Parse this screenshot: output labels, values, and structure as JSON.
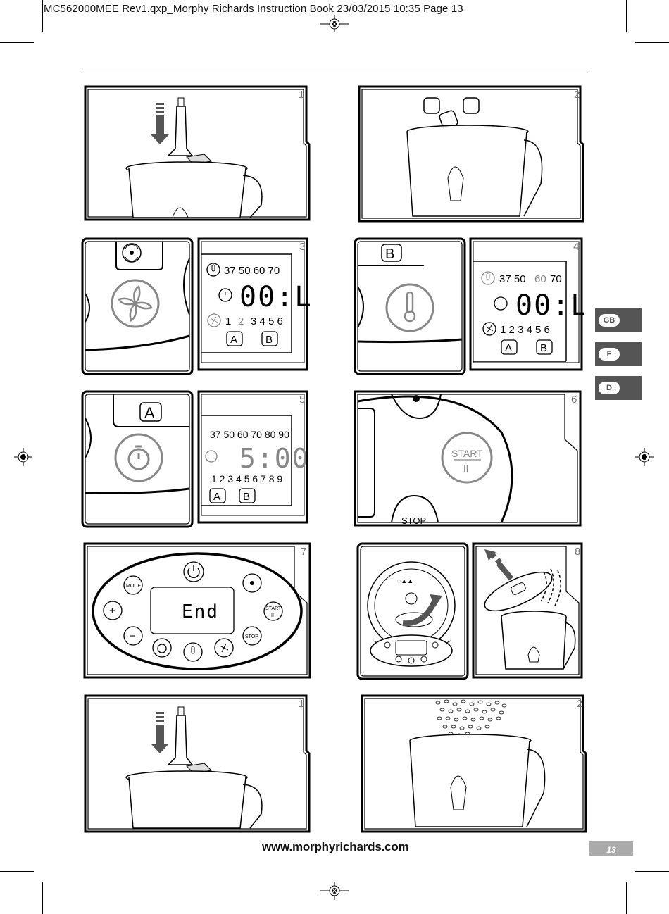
{
  "header": {
    "print_slug": "MC562000MEE Rev1.qxp_Morphy Richards Instruction Book  23/03/2015  10:35  Page 13"
  },
  "panels": {
    "p1_num": "1",
    "p2_num": "2",
    "p3_num": "3",
    "p4_num": "4",
    "p5_num": "5",
    "p6_num": "6",
    "p7_num": "7",
    "p8_num": "8",
    "p9_num": "1",
    "p10_num": "2"
  },
  "display3": {
    "temps": "37 50 60 70",
    "time": "00:L",
    "speeds_1": "1",
    "speeds_2": "2",
    "speeds_rest": "3 4 5 6",
    "btn_a": "A",
    "btn_b": "B"
  },
  "display4": {
    "temps_a": "37 50",
    "temps_b": "60",
    "temps_c": "70",
    "time": "00:L",
    "speeds": "1 2 3 4 5 6",
    "btn_a": "A",
    "btn_b": "B"
  },
  "control4": {
    "btn_b": "B"
  },
  "control5": {
    "btn_a": "A"
  },
  "display5": {
    "temps": "37 50 60 70 80 90",
    "time": "5:00",
    "speeds": "1 2 3 4 5 6 7 8 9",
    "btn_a": "A",
    "btn_b": "B"
  },
  "panel6": {
    "start_label": "START",
    "pause_label": "II",
    "stop_label": "STOP"
  },
  "panel7": {
    "mode_label": "MODE",
    "plus_label": "+",
    "minus_label": "−",
    "start_label": "START",
    "pause_label": "II",
    "stop_label": "STOP",
    "lcd_text": "End"
  },
  "languages": [
    "GB",
    "F",
    "D"
  ],
  "footer": {
    "url": "www.morphyrichards.com",
    "page_number": "13"
  },
  "colors": {
    "line": "#000000",
    "grey_icon": "#888888",
    "lang_tab": "#555555",
    "page_box": "#aaaaaa"
  }
}
